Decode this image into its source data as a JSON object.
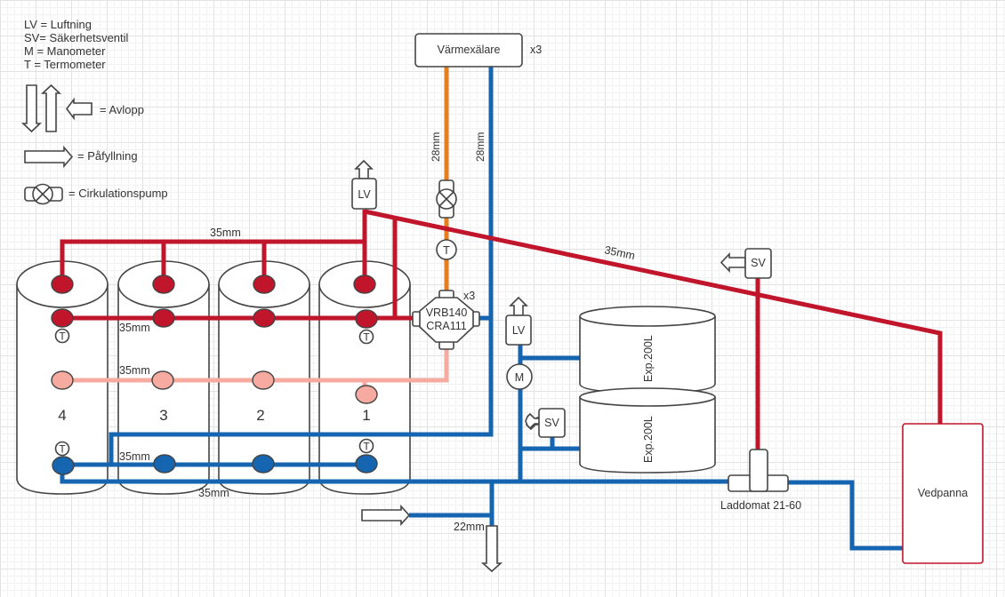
{
  "legend": {
    "lines": [
      "LV = Luftning",
      "SV= Säkerhetsventil",
      "M = Manometer",
      "T = Termometer"
    ],
    "avlopp": "= Avlopp",
    "pafyllning": "= Påfyllning",
    "cirkulationspump": "= Cirkulationspump"
  },
  "heat_exchanger": {
    "label": "Värmexälare",
    "multiplier": "x3"
  },
  "pipe_labels": {
    "supply_hx": "28mm",
    "return_hx": "28mm",
    "top_manifold": "35mm",
    "hot_row": "35mm",
    "warm_row": "35mm",
    "cold_row": "35mm",
    "bottom_return": "35mm",
    "boiler_supply": "35mm",
    "fill_drain": "22mm"
  },
  "tanks": [
    "4",
    "3",
    "2",
    "1"
  ],
  "valve": {
    "line1": "VRB140",
    "line2": "CRA111",
    "multiplier": "x3"
  },
  "instruments": {
    "lv_top": "LV",
    "lv_exp": "LV",
    "manometer": "M",
    "sv_exp": "SV",
    "sv_boiler": "SV",
    "thermometer": "T"
  },
  "expansion_tanks": [
    "Exp.200L",
    "Exp.200L"
  ],
  "laddomat": "Laddomat  21-60",
  "boiler": "Vedpanna",
  "colors": {
    "hot": "#c0152b",
    "warm": "#f7aba0",
    "cold": "#1565b0",
    "hx_supply": "#e87d1e",
    "boiler_border": "#c0152b"
  }
}
